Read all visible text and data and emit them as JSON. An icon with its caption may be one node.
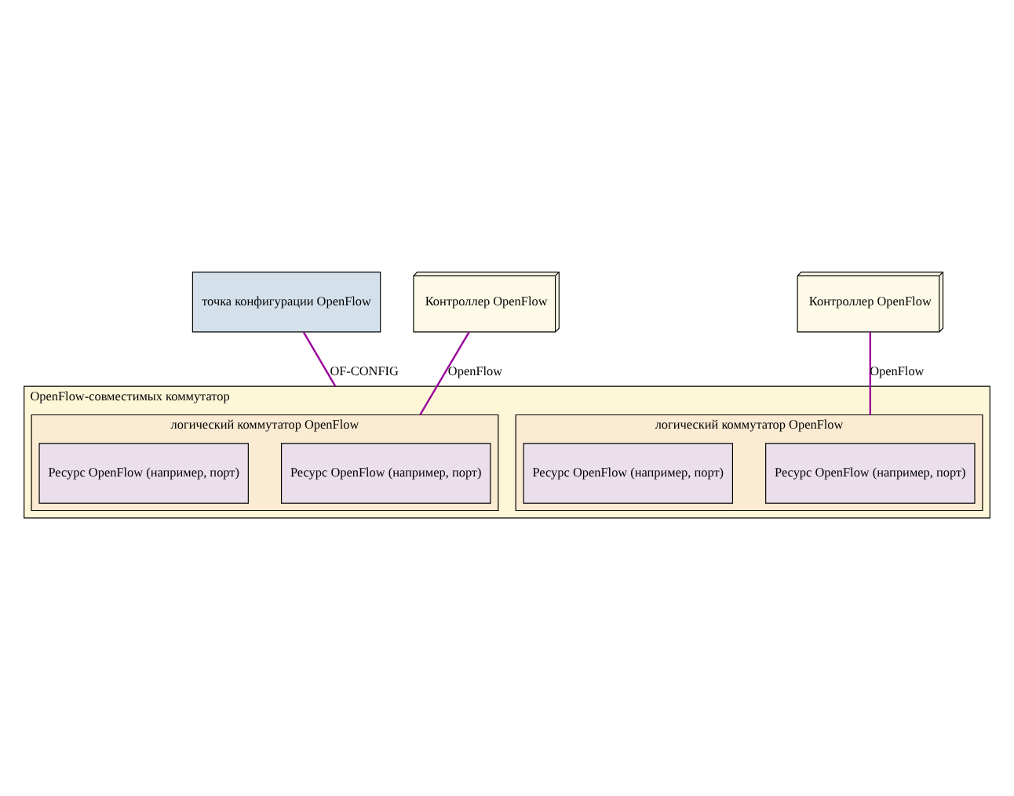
{
  "diagram": {
    "nodes": [
      {
        "text": [
          "точка конфигурации OpenFlow"
        ]
      },
      {
        "text": [
          "Контроллер OpenFlow"
        ]
      },
      {
        "text": [
          "Контроллер OpenFlow"
        ]
      },
      {
        "text": [
          "OpenFlow-совместимых коммутатор"
        ]
      },
      {
        "text": [
          "логический коммутатор OpenFlow"
        ],
        "in": 3
      },
      {
        "text": [
          "Ресурс OpenFlow (например, порт)"
        ],
        "in": 4
      },
      {
        "text": [
          "Ресурс OpenFlow (например, порт)"
        ],
        "in": 4
      },
      {
        "text": [
          "логический коммутатор OpenFlow"
        ],
        "in": 3
      },
      {
        "text": [
          "Ресурс OpenFlow (например, порт)"
        ],
        "in": 7
      },
      {
        "text": [
          "Ресурс OpenFlow (например, порт)"
        ],
        "in": 7
      }
    ],
    "edges": [
      {
        "from": 0,
        "to": 3,
        "arrow": "none",
        "label": "OF-CONFIG"
      },
      {
        "from": 1,
        "to": 4,
        "arrow": "none",
        "label": "OpenFlow"
      },
      {
        "from": 2,
        "to": 7,
        "arrow": "none",
        "label": "OpenFlow"
      }
    ]
  }
}
